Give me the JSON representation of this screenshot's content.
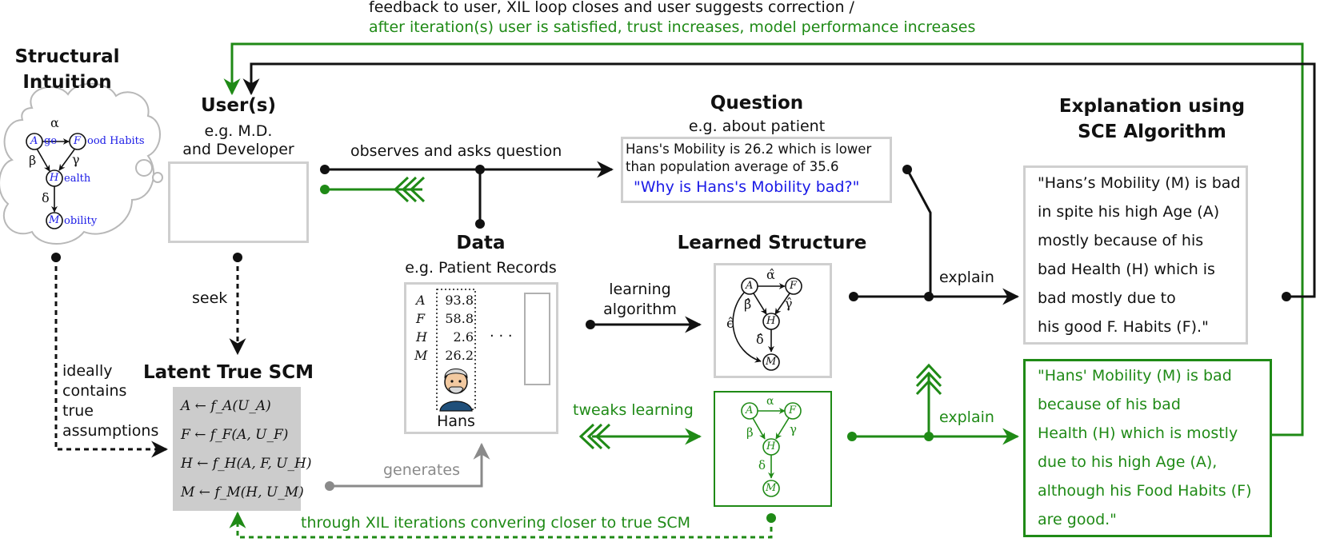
{
  "feedback": {
    "line1": "feedback to user, XIL loop closes and user suggests correction /",
    "line2": "after iteration(s) user is satisfied, trust increases, model performance increases"
  },
  "intuition": {
    "title_line1": "Structural",
    "title_line2": "Intuition",
    "nodes": {
      "A": "A",
      "F": "F",
      "H": "H",
      "M": "M"
    },
    "labels": {
      "age": "ge",
      "food": "ood Habits",
      "health": "ealth",
      "mobility": "obility"
    },
    "edges": {
      "alpha": "α",
      "beta": "β",
      "gamma": "γ",
      "delta": "δ"
    }
  },
  "user": {
    "title": "User(s)",
    "sub1": "e.g. M.D.",
    "sub2": "and Developer"
  },
  "question": {
    "title": "Question",
    "sub": "e.g. about patient",
    "line1": "Hans's Mobility is 26.2 which is lower",
    "line2": "than population average of 35.6",
    "ask": "\"Why is Hans's Mobility bad?\""
  },
  "explanation_title": {
    "line1": "Explanation using",
    "line2": "SCE Algorithm"
  },
  "arrows": {
    "observes": "observes and asks question",
    "seek": "seek",
    "ideally": [
      "ideally",
      "contains",
      "true",
      "assumptions"
    ],
    "learning": [
      "learning",
      "algorithm"
    ],
    "tweaks": "tweaks learning",
    "explain_top": "explain",
    "explain_bottom": "explain",
    "generates": "generates",
    "converging": "through XIL iterations convering closer to true SCM"
  },
  "data": {
    "title": "Data",
    "sub": "e.g. Patient Records",
    "records": [
      {
        "var": "A",
        "val": "93.8"
      },
      {
        "var": "F",
        "val": "58.8"
      },
      {
        "var": "H",
        "val": "2.6"
      },
      {
        "var": "M",
        "val": "26.2"
      }
    ],
    "ellipsis": "· · ·",
    "name": "Hans"
  },
  "learned": {
    "title": "Learned Structure",
    "nodes": {
      "A": "A",
      "F": "F",
      "H": "H",
      "M": "M"
    },
    "edges": {
      "alpha": "α̂",
      "beta": "β̂",
      "gamma": "γ̂",
      "delta": "δ̂",
      "epsilon": "ϵ̂"
    }
  },
  "corrected": {
    "nodes": {
      "A": "A",
      "F": "F",
      "H": "H",
      "M": "M"
    },
    "edges": {
      "alpha": "α",
      "beta": "β",
      "gamma": "γ",
      "delta": "δ"
    }
  },
  "scm": {
    "title": "Latent True SCM",
    "equations": [
      "A ← f_A(U_A)",
      "F ← f_F(A, U_F)",
      "H ← f_H(A, F, U_H)",
      "M ← f_M(H, U_M)"
    ]
  },
  "explanation_black": [
    "\"Hans’s Mobility (M) is bad",
    "in spite his high Age (A)",
    "mostly because of his",
    "bad Health (H) which is",
    "bad mostly due to",
    "his good F. Habits (F).\""
  ],
  "explanation_green": [
    "\"Hans' Mobility (M) is bad",
    "because of his bad",
    "Health (H) which is mostly",
    "due to his high Age (A),",
    "although his Food Habits (F)",
    "are good.\""
  ],
  "colors": {
    "green": "#1f8a16",
    "gray": "#8a8a8a",
    "blue": "#1a1ae6",
    "box_border": "#cfcfcf",
    "scm_bg": "#cccccc"
  }
}
